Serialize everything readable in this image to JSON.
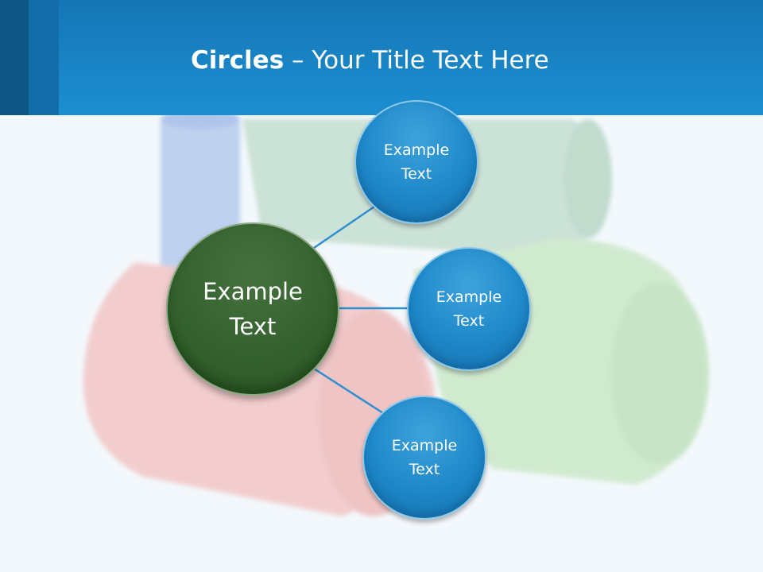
{
  "slide": {
    "title_bold": "Circles",
    "title_rest": " – Your Title Text Here"
  },
  "diagram": {
    "center": {
      "line1": "Example",
      "line2": "Text"
    },
    "nodes": [
      {
        "line1": "Example",
        "line2": "Text"
      },
      {
        "line1": "Example",
        "line2": "Text"
      },
      {
        "line1": "Example",
        "line2": "Text"
      }
    ]
  },
  "colors": {
    "header": "#1c8fd2",
    "center_circle": "#33612d",
    "node_circle": "#1e88c9",
    "connector": "#2e8fd0"
  }
}
